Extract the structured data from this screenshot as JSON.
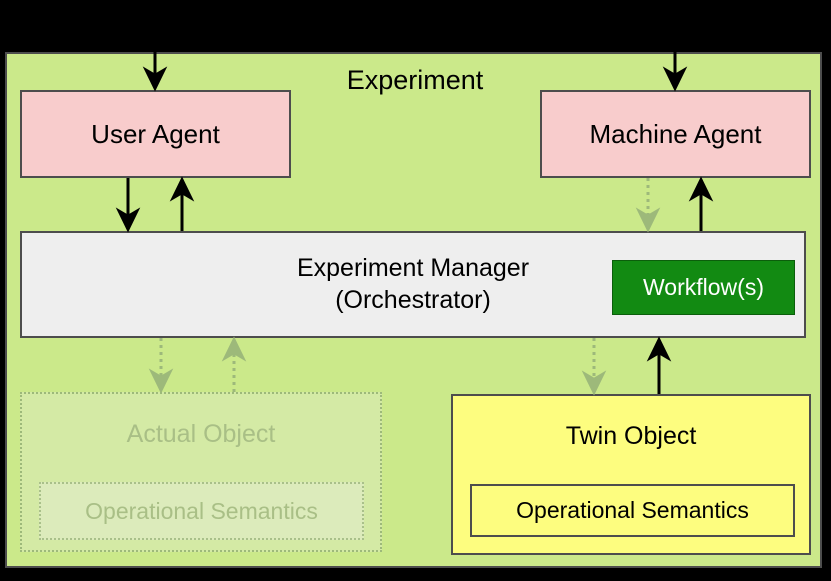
{
  "diagram": {
    "title": "Experiment",
    "background_color": "#cbe98a",
    "border_color": "#4d4d4d",
    "outer_background": "#000000",
    "nodes": {
      "user_agent": {
        "label": "User Agent",
        "fill": "#f8cccc"
      },
      "machine_agent": {
        "label": "Machine Agent",
        "fill": "#f8cccc"
      },
      "experiment_manager": {
        "label_line1": "Experiment Manager",
        "label_line2": "(Orchestrator)",
        "fill": "#eeeeee"
      },
      "workflows": {
        "label": "Workflow(s)",
        "fill": "#128a12",
        "text_color": "#ffffff"
      },
      "actual_object": {
        "label": "Actual Object",
        "inner_label": "Operational Semantics",
        "style": "dotted-faded",
        "text_color": "#a9bf86"
      },
      "twin_object": {
        "label": "Twin Object",
        "inner_label": "Operational Semantics",
        "fill": "#fdfd7f"
      }
    },
    "edges": [
      {
        "name": "external-to-user-agent",
        "style": "solid",
        "direction": "down"
      },
      {
        "name": "external-to-machine-agent",
        "style": "solid",
        "direction": "down"
      },
      {
        "name": "user-agent-to-manager",
        "style": "solid",
        "direction": "down"
      },
      {
        "name": "manager-to-user-agent",
        "style": "solid",
        "direction": "up"
      },
      {
        "name": "machine-agent-to-manager",
        "style": "dotted",
        "direction": "down"
      },
      {
        "name": "manager-to-machine-agent",
        "style": "solid",
        "direction": "up"
      },
      {
        "name": "manager-to-actual-object",
        "style": "dotted",
        "direction": "down"
      },
      {
        "name": "actual-object-to-manager",
        "style": "dotted",
        "direction": "up"
      },
      {
        "name": "manager-to-twin-object",
        "style": "dotted",
        "direction": "down"
      },
      {
        "name": "twin-object-to-manager",
        "style": "solid",
        "direction": "up"
      }
    ]
  }
}
